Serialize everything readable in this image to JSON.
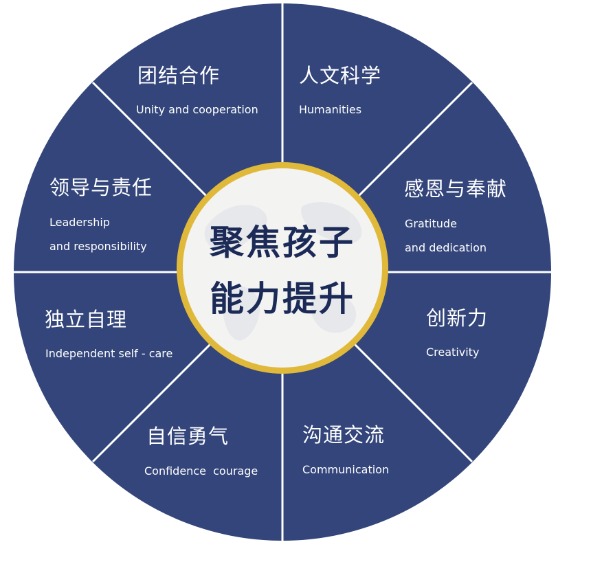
{
  "colors": {
    "segment": "#33457a",
    "divider": "#ffffff",
    "ring": "#e0b93a",
    "center_fill": "#f3f3f1",
    "center_text": "#1b2a57",
    "watermark": "#dcdfe6"
  },
  "center": {
    "line1": "聚焦孩子",
    "line2": "能力提升"
  },
  "segments": [
    {
      "id": "unity",
      "zh": "团结合作",
      "en": [
        "Unity and cooperation"
      ]
    },
    {
      "id": "humanities",
      "zh": "人文科学",
      "en": [
        "Humanities"
      ]
    },
    {
      "id": "gratitude",
      "zh": "感恩与奉献",
      "en": [
        "Gratitude",
        "and dedication"
      ]
    },
    {
      "id": "creativity",
      "zh": "创新力",
      "en": [
        "Creativity"
      ]
    },
    {
      "id": "communication",
      "zh": "沟通交流",
      "en": [
        "Communication"
      ]
    },
    {
      "id": "confidence",
      "zh": "自信勇气",
      "en": [
        "Confidence  courage"
      ]
    },
    {
      "id": "independent",
      "zh": "独立自理",
      "en": [
        "Independent self - care"
      ]
    },
    {
      "id": "leadership",
      "zh": "领导与责任",
      "en": [
        "Leadership",
        "and responsibility"
      ]
    }
  ]
}
